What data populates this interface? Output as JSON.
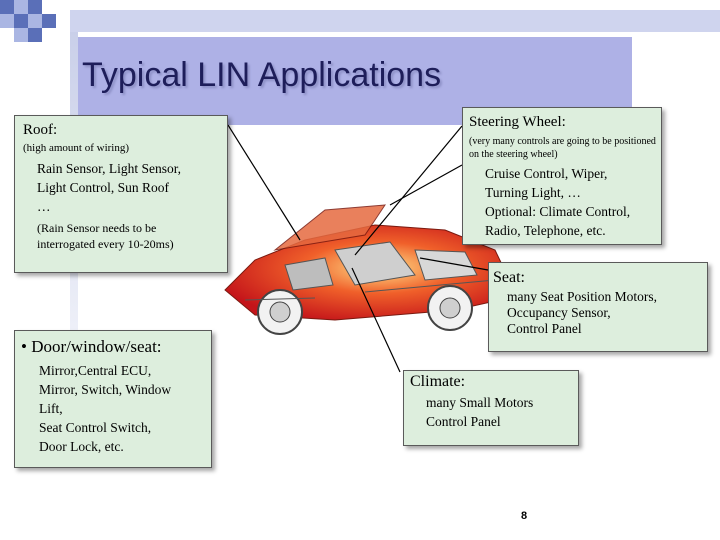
{
  "title": "Typical LIN Applications",
  "roof": {
    "heading": "Roof:",
    "note": "(high amount of wiring)",
    "items": "Rain Sensor, Light Sensor,\nLight Control, Sun Roof\n…",
    "detail": "(Rain Sensor needs to be interrogated every 10-20ms)"
  },
  "steering": {
    "heading": "Steering Wheel:",
    "note": "(very many controls are going to be positioned on the steering wheel)",
    "items": "Cruise Control, Wiper,\nTurning Light, …\nOptional: Climate Control,\nRadio, Telephone, etc."
  },
  "seat": {
    "heading": "Seat:",
    "items": "many Seat Position Motors,\nOccupancy Sensor,\nControl Panel"
  },
  "door": {
    "heading": "• Door/window/seat:",
    "items": "Mirror,Central ECU,\nMirror, Switch, Window\nLift,\nSeat Control Switch,\nDoor Lock, etc."
  },
  "climate": {
    "heading": "Climate:",
    "items": "many Small Motors\nControl Panel"
  },
  "page_number": "8",
  "colors": {
    "title_band": "#aeb1e6",
    "box_fill": "#ddeedd",
    "title_text": "#1e1e5a",
    "car_highlight": "#e0301e"
  }
}
